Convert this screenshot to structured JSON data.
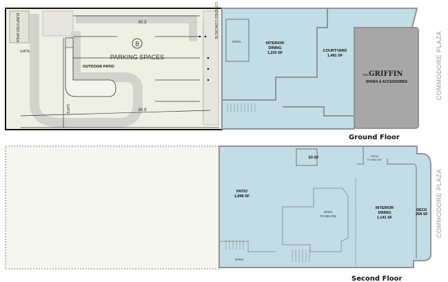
{
  "site_plan": {
    "dumpster_label": "DUMPSTER AREA",
    "gate_top_label": "GATE",
    "gate_bottom_label": "GATE",
    "dimension_top": "90.3'",
    "dimension_bottom": "88.9'",
    "parking_count": "8",
    "parking_label": "PARKING SPACES",
    "outdoor_patio_label": "OUTDOOR PATIO",
    "covered_concrete_label": "COVERED CONCRETE"
  },
  "ground_floor": {
    "title": "Ground Floor",
    "open_label": "OPEN",
    "interior_dining": {
      "name": "INTERIOR",
      "name2": "DINING",
      "area": "1,220 SF"
    },
    "courtyard": {
      "name": "COURTYARD",
      "area": "1,481 SF"
    },
    "tenant": {
      "logo_small": "the",
      "logo_main": "GRIFFIN",
      "subtitle": "SHOES & ACCESSORIES"
    },
    "street": "COMMODORE PLAZA"
  },
  "second_floor": {
    "title": "Second Floor",
    "patio": {
      "name": "PATIO",
      "area": "1,898 SF"
    },
    "restroom_area": "93 SF",
    "open_to_below_top": {
      "l1": "OPEN",
      "l2": "TO BELOW"
    },
    "open_to_below_center": {
      "l1": "OPEN",
      "l2": "TO BELOW"
    },
    "interior_dining": {
      "name": "INTERIOR",
      "name2": "DINING",
      "area": "1,141 SF"
    },
    "deck": {
      "name": "DECK",
      "area": "258 SF"
    },
    "open_label": "OPEN",
    "street": "COMMODORE PLAZA"
  },
  "colors": {
    "floor_blue": "#c2dde6",
    "wall_grey": "#8f9396",
    "tenant_grey": "#a7a7a7",
    "site_bg": "#eef0e4",
    "site_grey": "#d2d4cc"
  }
}
